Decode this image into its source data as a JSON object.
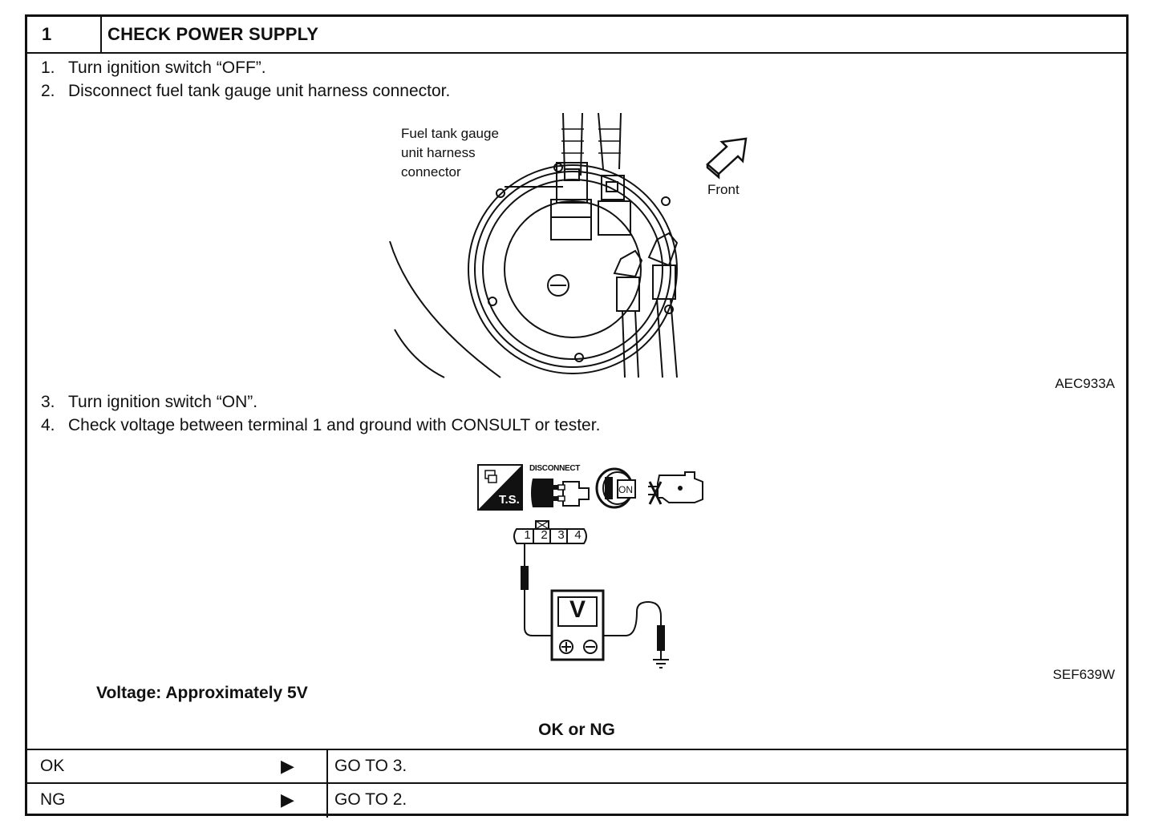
{
  "header": {
    "step_number": "1",
    "title": "CHECK POWER SUPPLY"
  },
  "steps": [
    {
      "number": "1.",
      "text": "Turn ignition switch “OFF”."
    },
    {
      "number": "2.",
      "text": "Disconnect fuel tank gauge unit harness connector."
    },
    {
      "number": "3.",
      "text": "Turn ignition switch “ON”."
    },
    {
      "number": "4.",
      "text": "Check voltage between terminal 1 and ground with CONSULT or tester."
    }
  ],
  "figure1": {
    "callout": [
      "Fuel tank gauge",
      "unit harness",
      "connector"
    ],
    "front_label": "Front",
    "code": "AEC933A"
  },
  "figure2": {
    "disconnect_label": "DISCONNECT",
    "ts_label": "T.S.",
    "on_label": "ON",
    "connector_terminals": [
      "1",
      "2",
      "3",
      "4"
    ],
    "meter_label": "V",
    "code": "SEF639W"
  },
  "spec": "Voltage: Approximately 5V",
  "okng_title": "OK or NG",
  "results": [
    {
      "condition": "OK",
      "arrow": "▶",
      "action": "GO TO 3."
    },
    {
      "condition": "NG",
      "arrow": "▶",
      "action": "GO TO 2."
    }
  ],
  "icons": {
    "arrow": "front-arrow-icon",
    "tester": "ts-tester-icon",
    "disconnect": "disconnect-connector-icon",
    "ignition": "ignition-key-on-icon",
    "engine": "engine-off-icon",
    "meter": "voltmeter-icon",
    "ground": "ground-icon"
  }
}
